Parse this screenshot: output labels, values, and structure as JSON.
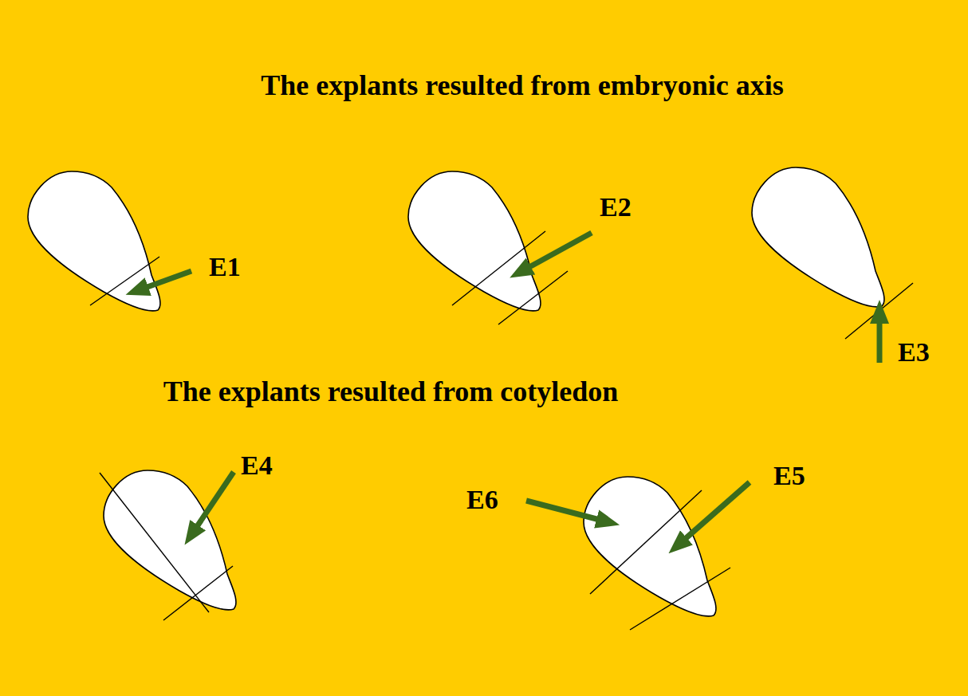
{
  "diagram": {
    "labels": [
      "The explants resulted from embryonic axis",
      "E1",
      "E2",
      "E3",
      "The explants resulted from cotyledon",
      "E4",
      "E6",
      "E5"
    ]
  }
}
